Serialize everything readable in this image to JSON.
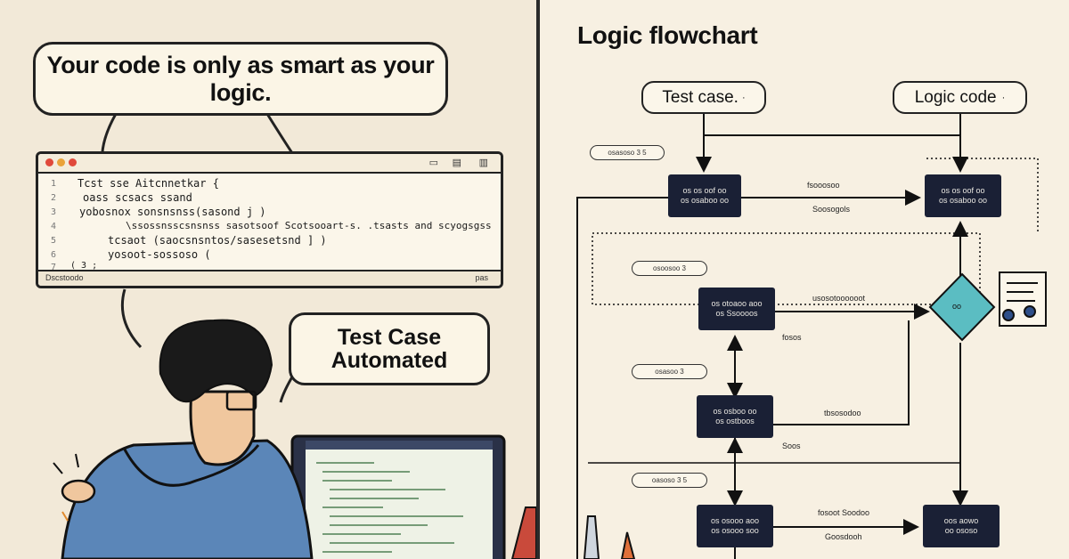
{
  "left_panel": {
    "quote_bubble": "Your code is only as smart as your logic.",
    "test_bubble_line1": "Test Case",
    "test_bubble_line2": "Automated",
    "editor": {
      "lines": [
        "Tcst sse Aitcnnetkar {",
        "oass scsacs ssand",
        "yobosnox sonsnsnss(sasond j )",
        "\\ssossnsscsnsnss sasotsoof Scotsooart-s. .tsasts and scyogsgss",
        "tcsaot (saocsnsntos/sasesetsnd ] )",
        "yosoot-sossoso (",
        "( 3 ;"
      ],
      "gutter": [
        "1",
        "2",
        "3",
        "4",
        "5",
        "6",
        "7"
      ],
      "status_left": "Dscstoodo",
      "status_right": "pas"
    }
  },
  "right_panel": {
    "title": "Logic flowchart",
    "pill_test": "Test case.",
    "pill_logic": "Logic code",
    "row_labels": [
      "osasoso  3 5",
      "osoosoo  3",
      "osasoo  3",
      "oasoso  3 5"
    ],
    "nodes": {
      "n1": "os os oof oo\nos osaboo oo",
      "n2": "os os oof oo\nos osaboo oo",
      "n3": "os otoaoo aoo\nos Ssoooos",
      "n4": "os osboo oo\nos ostboos",
      "n5": "os osooo aoo\nos osooo soo",
      "n6": "oos aowo\noo ososo",
      "diamond": "oo"
    },
    "edge_labels": [
      "fsooosoo",
      "Soosogols",
      "usosotoooooot",
      "fosos",
      "tbsosodoo",
      "Soos",
      "fosoot Soodoo",
      "Goosdooh"
    ]
  }
}
